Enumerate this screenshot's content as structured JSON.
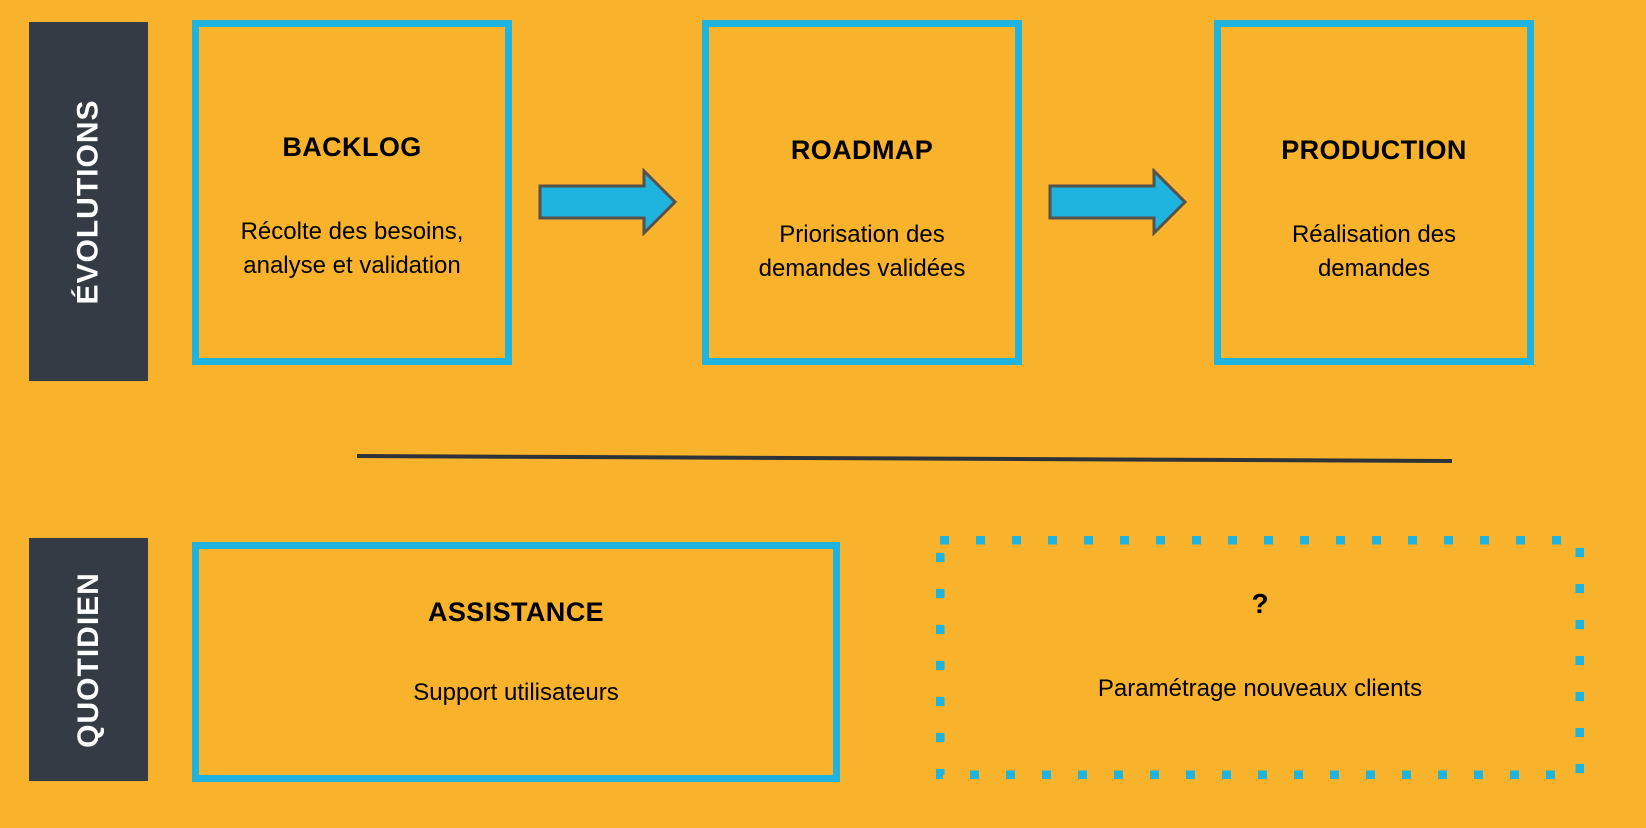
{
  "colors": {
    "background": "#F8B22C",
    "accent_blue": "#1FB3DF",
    "tab_dark": "#353B45",
    "text_dark": "#000000",
    "tab_text": "#FFFFFF",
    "arrow_outline": "#55524C",
    "divider": "#2E3339"
  },
  "categories": {
    "evolutions": "ÉVOLUTIONS",
    "quotidien": "QUOTIDIEN"
  },
  "evolutions_stages": [
    {
      "title": "BACKLOG",
      "description": "Récolte des besoins,\nanalyse et validation"
    },
    {
      "title": "ROADMAP",
      "description": "Priorisation des\ndemandes validées"
    },
    {
      "title": "PRODUCTION",
      "description": "Réalisation des\ndemandes"
    }
  ],
  "arrows": [
    {
      "name": "arrow-backlog-to-roadmap",
      "direction": "right"
    },
    {
      "name": "arrow-roadmap-to-production",
      "direction": "right"
    }
  ],
  "quotidien_items": [
    {
      "title": "ASSISTANCE",
      "description": "Support utilisateurs",
      "border_style": "solid"
    },
    {
      "title": "?",
      "description": "Paramétrage nouveaux clients",
      "border_style": "dotted"
    }
  ]
}
